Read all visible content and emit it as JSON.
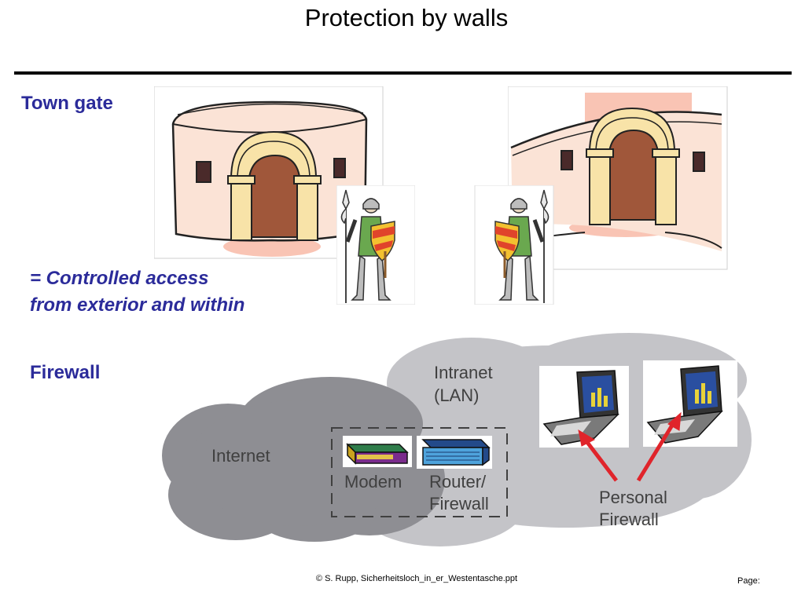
{
  "title": "Protection by walls",
  "town_gate": {
    "heading": "Town gate",
    "caption_line1": "= Controlled access",
    "caption_line2": "from exterior and within"
  },
  "firewall": {
    "heading": "Firewall",
    "internet_label": "Internet",
    "intranet_label_line1": "Intranet",
    "intranet_label_line2": "(LAN)",
    "modem_label": "Modem",
    "router_label_line1": "Router/",
    "router_label_line2": "Firewall",
    "personal_firewall_line1": "Personal",
    "personal_firewall_line2": "Firewall"
  },
  "footer": {
    "copyright": "©  S. Rupp, Sicherheitsloch_in_er_Westentasche.ppt",
    "page_label": "Page:"
  },
  "colors": {
    "heading_blue": "#2b2b9a",
    "internet_cloud": "#8e8e93",
    "intranet_cloud": "#c4c4c8",
    "arrow_red": "#e0242b",
    "wall_pink": "#fbe3d6",
    "door_brown": "#a0573a",
    "pillar_yellow": "#f8e3a8"
  }
}
